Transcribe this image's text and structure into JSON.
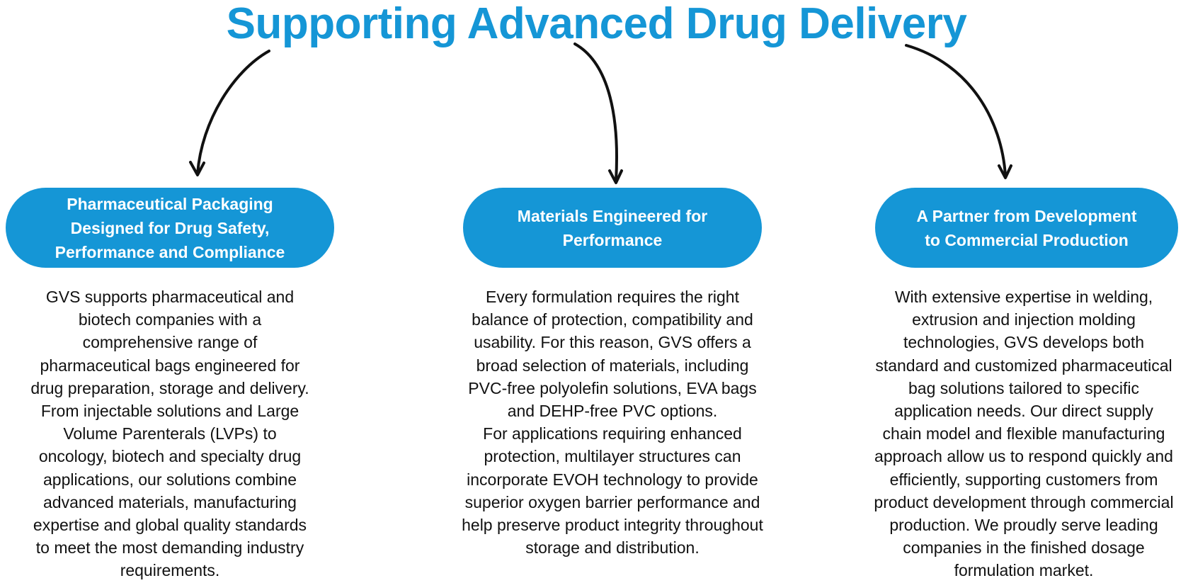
{
  "colors": {
    "accent": "#1596d6",
    "text": "#111111",
    "arrow": "#111111",
    "background": "#ffffff"
  },
  "title": "Supporting Advanced Drug Delivery",
  "sections": [
    {
      "heading": "Pharmaceutical Packaging\nDesigned for Drug Safety,\nPerformance and Compliance",
      "body": "GVS supports pharmaceutical and\nbiotech companies with a\ncomprehensive range of\npharmaceutical bags engineered for\ndrug preparation, storage and delivery.\nFrom injectable solutions and Large\nVolume Parenterals (LVPs) to\noncology, biotech and specialty drug\napplications, our solutions combine\nadvanced materials, manufacturing\nexpertise and global quality standards\nto meet the most demanding industry\nrequirements."
    },
    {
      "heading": "Materials Engineered for\nPerformance",
      "body": "Every formulation requires the right\nbalance of protection, compatibility and\nusability. For this reason, GVS offers a\nbroad selection of materials, including\nPVC-free polyolefin solutions, EVA bags\nand DEHP-free PVC options.\nFor applications requiring enhanced\nprotection, multilayer structures can\nincorporate EVOH technology to provide\nsuperior oxygen barrier performance and\nhelp preserve product integrity throughout\nstorage and distribution."
    },
    {
      "heading": "A Partner from Development\nto Commercial Production",
      "body": "With extensive expertise in welding,\nextrusion and injection molding\ntechnologies, GVS develops both\nstandard and customized pharmaceutical\nbag solutions tailored to specific\napplication needs. Our direct supply\nchain model and flexible manufacturing\napproach allow us to respond quickly and\nefficiently, supporting customers from\nproduct development through commercial\nproduction. We proudly serve leading\ncompanies in the finished dosage\nformulation market."
    }
  ]
}
